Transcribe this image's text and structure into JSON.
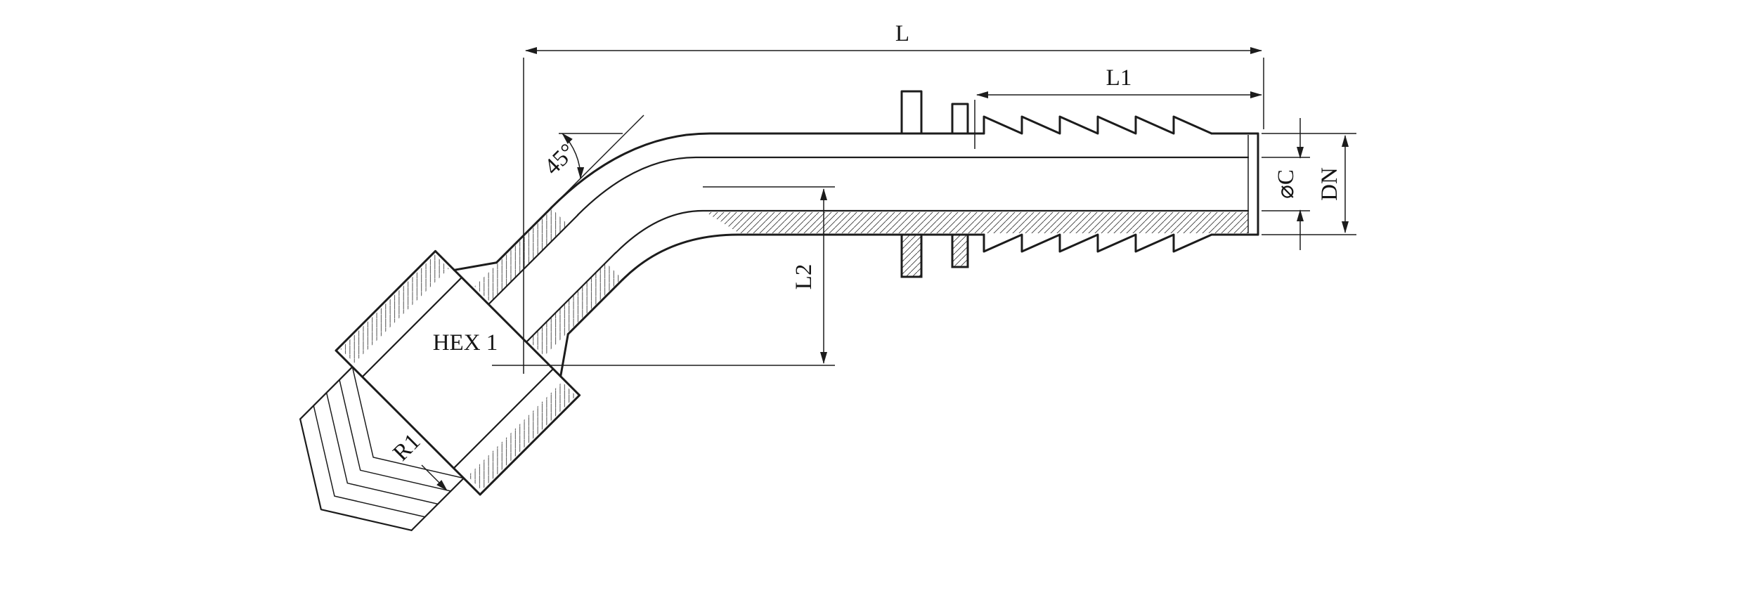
{
  "drawing": {
    "title": "45-degree elbow hose fitting section drawing",
    "background_color": "#ffffff",
    "line_color": "#1c1c1c",
    "labels": {
      "overall_length": "L",
      "tail_length": "L1",
      "bend_angle": "45°",
      "diameter_c": "⌀C",
      "nominal_diameter": "DN",
      "drop_length": "L2",
      "hex": "HEX 1",
      "thread": "R1"
    }
  }
}
